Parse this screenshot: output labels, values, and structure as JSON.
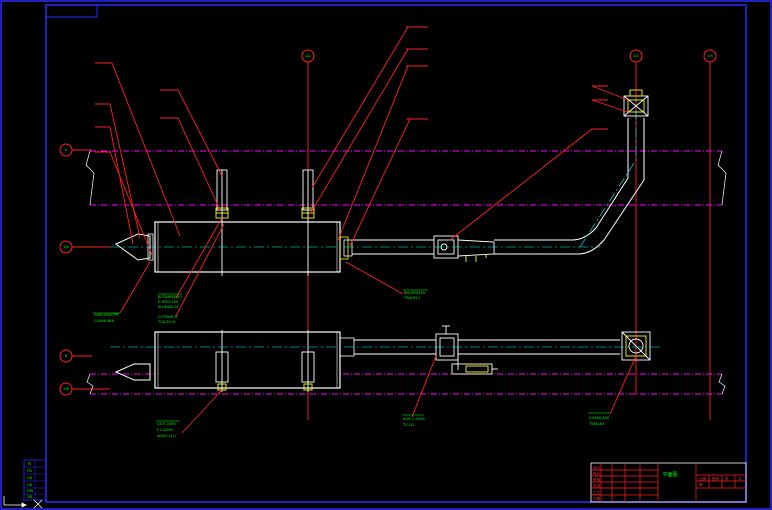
{
  "drawing": {
    "title_block_name": "平面图"
  },
  "colors": {
    "background": "#000000",
    "frame": "#2a2aff",
    "outline": "#ffffff",
    "leader": "#ff2020",
    "centerline": "#00ffff",
    "floor_line": "#ff00ff",
    "axis": "#ff2020",
    "text": "#00ff00",
    "accent": "#ffff00"
  },
  "axes": [
    {
      "id": "axis-top-1",
      "label": "1/2"
    },
    {
      "id": "axis-top-2",
      "label": "1/3"
    },
    {
      "id": "axis-top-3",
      "label": "1/4"
    },
    {
      "id": "axis-left-1",
      "label": "A"
    },
    {
      "id": "axis-left-2",
      "label": "1/A"
    },
    {
      "id": "axis-left-3",
      "label": "B"
    },
    {
      "id": "axis-left-4",
      "label": "1/B"
    }
  ],
  "callouts": [
    {
      "id": "note-burner-upper",
      "lines": [
        "GVN-1800TPS",
        "CLANG BLK"
      ]
    },
    {
      "id": "note-cylinder-upper",
      "lines": [
        "BI-TDBFD100",
        "E-IPCD-200",
        "SLUMEB-14",
        "CY-TDNS-TF",
        "T2A-SO-A"
      ]
    },
    {
      "id": "note-hanger-right",
      "lines": [
        "BH-DFM200",
        "TSAHF11"
      ]
    },
    {
      "id": "note-cylinder-lower",
      "lines": [
        "GV-F-1000",
        "F-L-A200",
        "AG50-11-1"
      ]
    },
    {
      "id": "note-damper-lower",
      "lines": [
        "AOR-1-000A",
        "TS-I-D"
      ]
    },
    {
      "id": "note-bend-lower",
      "lines": [
        "CHS80-A50",
        "TSNG-B1"
      ]
    }
  ],
  "side_legend": [
    "TK",
    "FD",
    "GS",
    "HX",
    "DW",
    "ZB"
  ],
  "title_block": {
    "left_cells": [
      "设计",
      "校对",
      "审核",
      "批准",
      "工艺",
      "日期"
    ],
    "right_cells": [
      "比例",
      "图号",
      "张",
      "共",
      "第"
    ]
  }
}
